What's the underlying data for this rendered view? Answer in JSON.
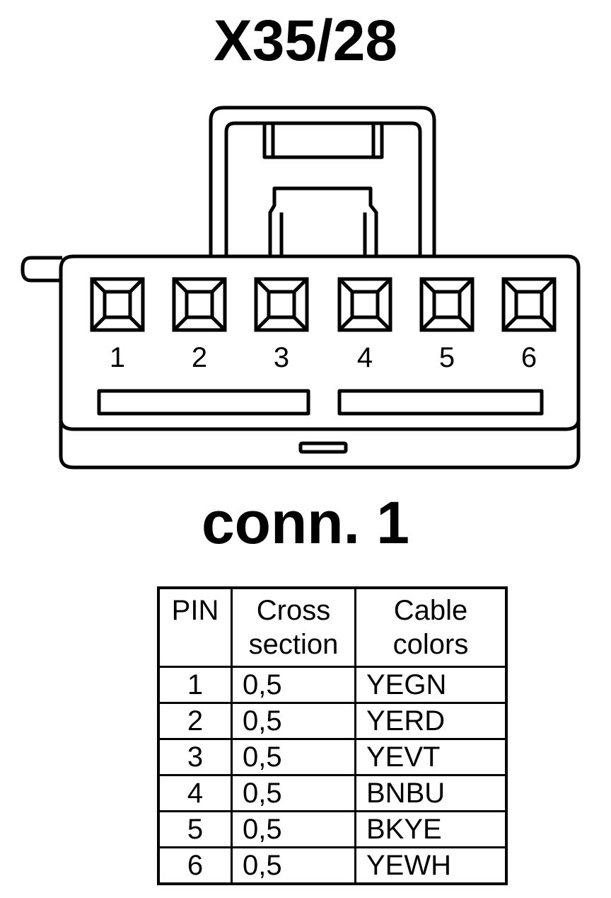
{
  "title": "X35/28",
  "connector_label": "conn. 1",
  "pins": [
    "1",
    "2",
    "3",
    "4",
    "5",
    "6"
  ],
  "table": {
    "headers": {
      "pin": "PIN",
      "cross_line1": "Cross",
      "cross_line2": "section",
      "color_line1": "Cable",
      "color_line2": "colors"
    },
    "rows": [
      {
        "pin": "1",
        "cross": "0,5",
        "color": "YEGN"
      },
      {
        "pin": "2",
        "cross": "0,5",
        "color": "YERD"
      },
      {
        "pin": "3",
        "cross": "0,5",
        "color": "YEVT"
      },
      {
        "pin": "4",
        "cross": "0,5",
        "color": "BNBU"
      },
      {
        "pin": "5",
        "cross": "0,5",
        "color": "BKYE"
      },
      {
        "pin": "6",
        "cross": "0,5",
        "color": "YEWH"
      }
    ]
  }
}
